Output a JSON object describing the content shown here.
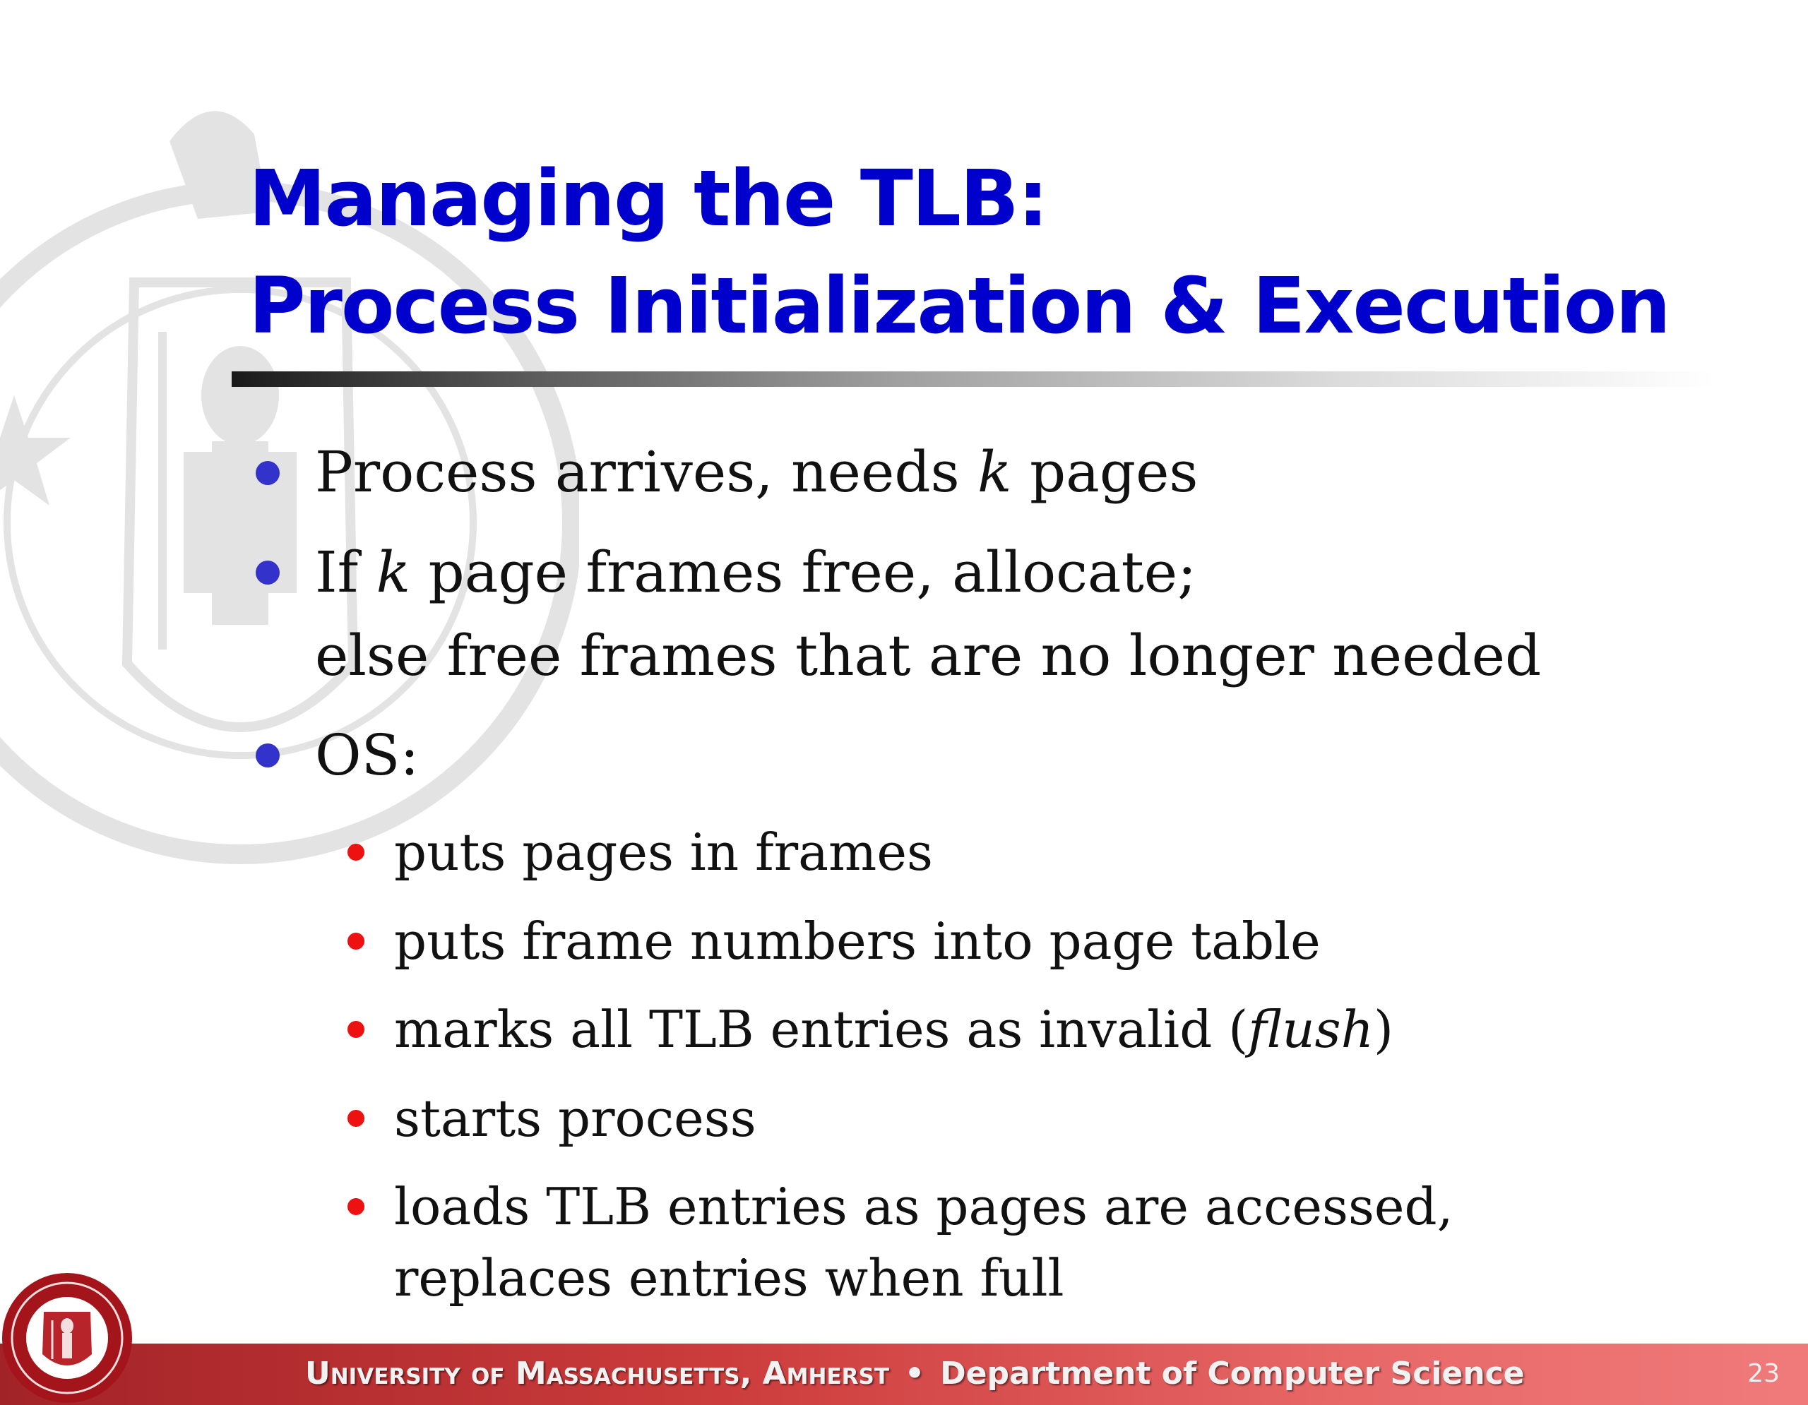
{
  "slide": {
    "title_line1": "Managing the TLB:",
    "title_line2": "Process Initialization & Execution",
    "bullets": [
      {
        "pre": "Process arrives, needs ",
        "em": "k",
        "post": " pages"
      },
      {
        "pre": "If ",
        "em": "k",
        "post": " page frames free, allocate;",
        "cont": "else free frames that are no longer needed"
      },
      {
        "text": "OS:"
      }
    ],
    "sub_bullets": [
      {
        "text": "puts pages in frames"
      },
      {
        "text": "puts frame numbers into page table"
      },
      {
        "pre": "marks all TLB entries as invalid (",
        "em": "flush",
        "post": ")"
      },
      {
        "text": "starts process"
      },
      {
        "text": "loads TLB entries as pages are accessed,",
        "cont": "replaces entries when full"
      }
    ]
  },
  "footer": {
    "university": "University of Massachusetts, Amherst",
    "separator": "•",
    "department": "Department of Computer Science",
    "page_number": "23"
  },
  "colors": {
    "title": "#0000cc",
    "bullet_l1": "#3333cc",
    "bullet_l2": "#ee1111",
    "footer_bar": "#cc3c3c"
  },
  "icons": {
    "watermark": "umass-seal-watermark-icon",
    "logo": "umass-seal-logo-icon"
  }
}
